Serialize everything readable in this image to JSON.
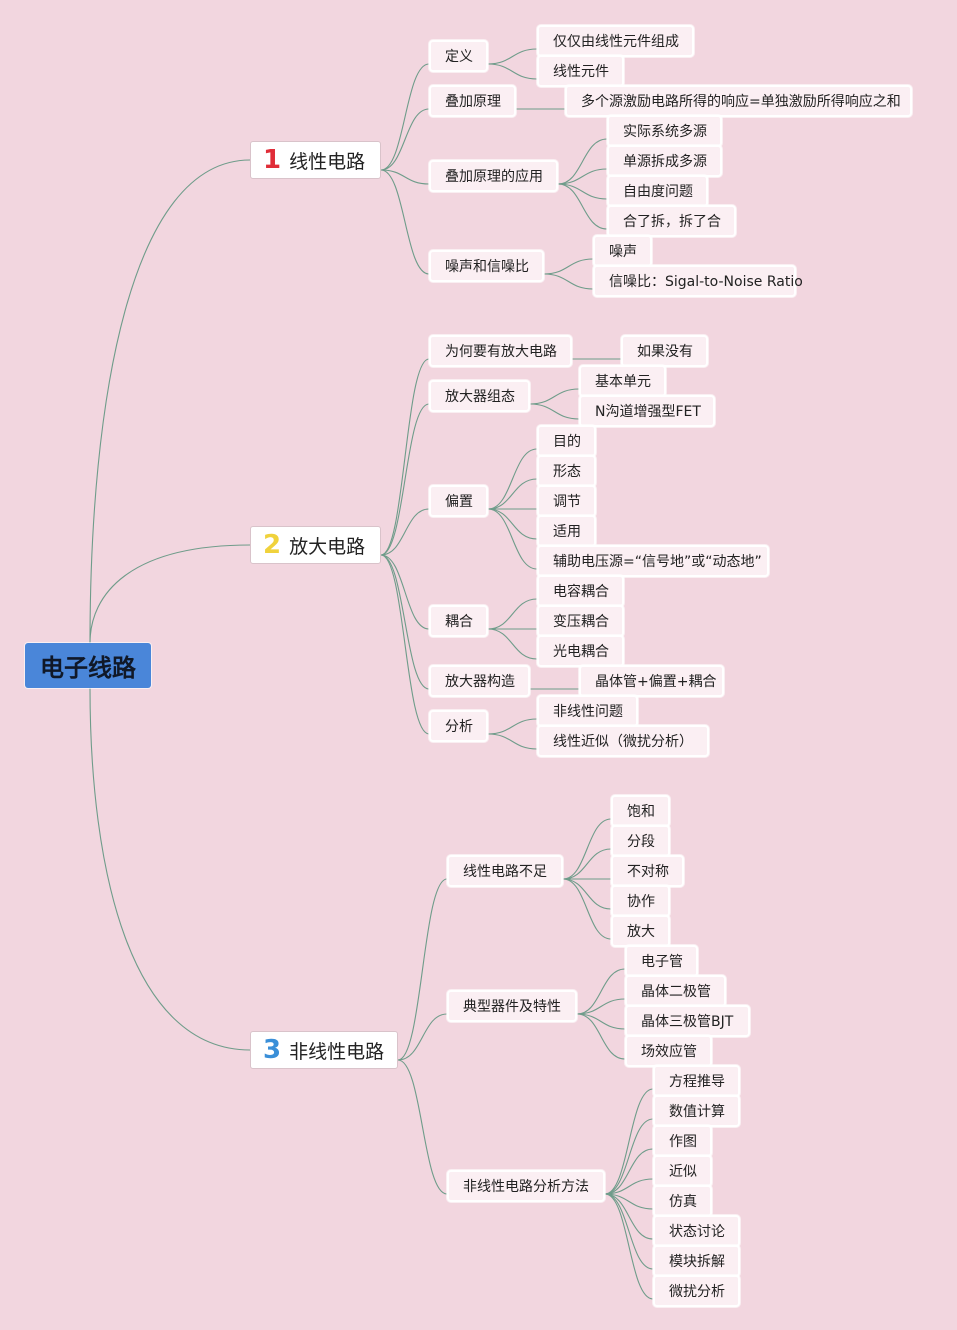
{
  "root": {
    "label": "电子线路"
  },
  "branches": [
    {
      "number": "1",
      "number_color": "#e02d38",
      "label": "线性电路",
      "children": [
        {
          "label": "定义",
          "children": [
            "仅仅由线性元件组成",
            "线性元件"
          ]
        },
        {
          "label": "叠加原理",
          "children": [
            "多个源激励电路所得的响应=单独激励所得响应之和"
          ]
        },
        {
          "label": "叠加原理的应用",
          "children": [
            "实际系统多源",
            "单源拆成多源",
            "自由度问题",
            "合了拆，拆了合"
          ]
        },
        {
          "label": "噪声和信噪比",
          "children": [
            "噪声",
            "信噪比：Sigal-to-Noise Ratio"
          ]
        }
      ]
    },
    {
      "number": "2",
      "number_color": "#f0d23c",
      "label": "放大电路",
      "children": [
        {
          "label": "为何要有放大电路",
          "children": [
            "如果没有"
          ]
        },
        {
          "label": "放大器组态",
          "children": [
            "基本单元",
            "N沟道增强型FET"
          ]
        },
        {
          "label": "偏置",
          "children": [
            "目的",
            "形态",
            "调节",
            "适用",
            "辅助电压源=“信号地”或“动态地”"
          ]
        },
        {
          "label": "耦合",
          "children": [
            "电容耦合",
            "变压耦合",
            "光电耦合"
          ]
        },
        {
          "label": "放大器构造",
          "children": [
            "晶体管+偏置+耦合"
          ]
        },
        {
          "label": "分析",
          "children": [
            "非线性问题",
            "线性近似（微扰分析）"
          ]
        }
      ]
    },
    {
      "number": "3",
      "number_color": "#3a8fd8",
      "label": "非线性电路",
      "children": [
        {
          "label": "线性电路不足",
          "children": [
            "饱和",
            "分段",
            "不对称",
            "协作",
            "放大"
          ]
        },
        {
          "label": "典型器件及特性",
          "children": [
            "电子管",
            "晶体二极管",
            "晶体三极管BJT",
            "场效应管"
          ]
        },
        {
          "label": "非线性电路分析方法",
          "children": [
            "方程推导",
            "数值计算",
            "作图",
            "近似",
            "仿真",
            "状态讨论",
            "模块拆解",
            "微扰分析"
          ]
        }
      ]
    }
  ],
  "colors": {
    "background": "#f2d6df",
    "root_fill": "#4a86d9",
    "link": "#6f9c8a",
    "node_fill": "#fbeff3"
  }
}
